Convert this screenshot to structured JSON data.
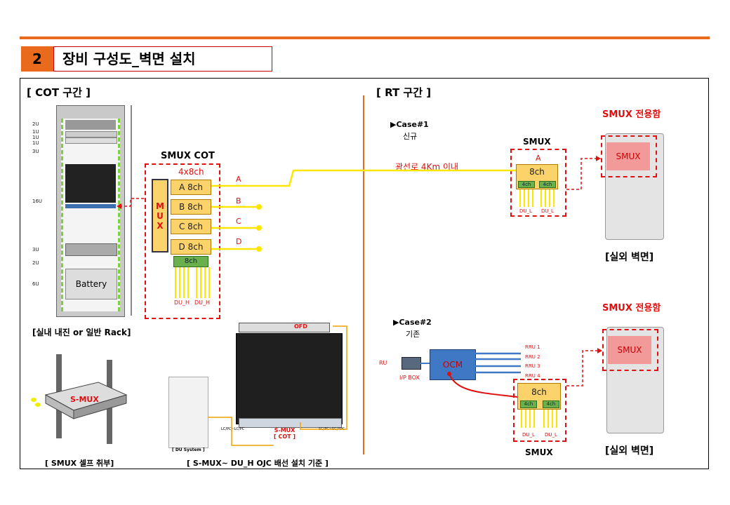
{
  "section": {
    "number": "2",
    "title": "장비 구성도_벽면 설치"
  },
  "cot": {
    "header": "[ COT 구간 ]",
    "rack_units": [
      "2U",
      "1U",
      "1U",
      "1U",
      "3U",
      "16U",
      "3U",
      "2U",
      "6U"
    ],
    "battery": "Battery",
    "rack_caption": "[실내 내진 or 일반 Rack]",
    "smux_cot_title": "SMUX COT",
    "mux_channels": "4x8ch",
    "mux_letters": [
      "M",
      "U",
      "X"
    ],
    "ports": [
      "A 8ch",
      "B 8ch",
      "C 8ch",
      "D 8ch"
    ],
    "port_lines": [
      "A",
      "B",
      "C",
      "D"
    ],
    "bottom_port": "8ch",
    "du_labels": [
      "DU_H",
      "DU_H"
    ],
    "shelf_label": "S-MUX",
    "shelf_caption": "[ SMUX 셀프 취부]",
    "ojc_caption": "[ S-MUX~ DU_H OJC 배선 설치 기준 ]",
    "ofd_label": "OFD",
    "du_system_label": "[ DU System ]",
    "smux_cot_label": "S-MUX\n[ COT ]",
    "conn_left": "LC/PC~LC/PC",
    "conn_right": "SC/PC~SC/APC"
  },
  "rt": {
    "header": "[ RT 구간 ]",
    "case1": {
      "title": "▶Case#1",
      "sub": "신규"
    },
    "case2": {
      "title": "▶Case#2",
      "sub": "기존"
    },
    "fiber_label": "광선로 4Km 이내",
    "smux_title": "SMUX",
    "port_a": "A",
    "port_8ch": "8ch",
    "sub_ports": [
      "4ch",
      "4ch"
    ],
    "du_labels": [
      "DU_L",
      "DU_L"
    ],
    "enclosure_title": "SMUX 전용함",
    "enclosure_smux": "SMUX",
    "outdoor_label": "[실외 벽면]",
    "ru": "RU",
    "ip_box": "I/P BOX",
    "ocm": "OCM",
    "rrus": [
      "RRU 1",
      "RRU 2",
      "RRU 3",
      "RRU 4"
    ],
    "smux_bottom": "SMUX"
  },
  "colors": {
    "accent": "#e96a1c",
    "red": "#e01010",
    "yellow": "#fbd36a",
    "fiber": "#ffe600"
  }
}
